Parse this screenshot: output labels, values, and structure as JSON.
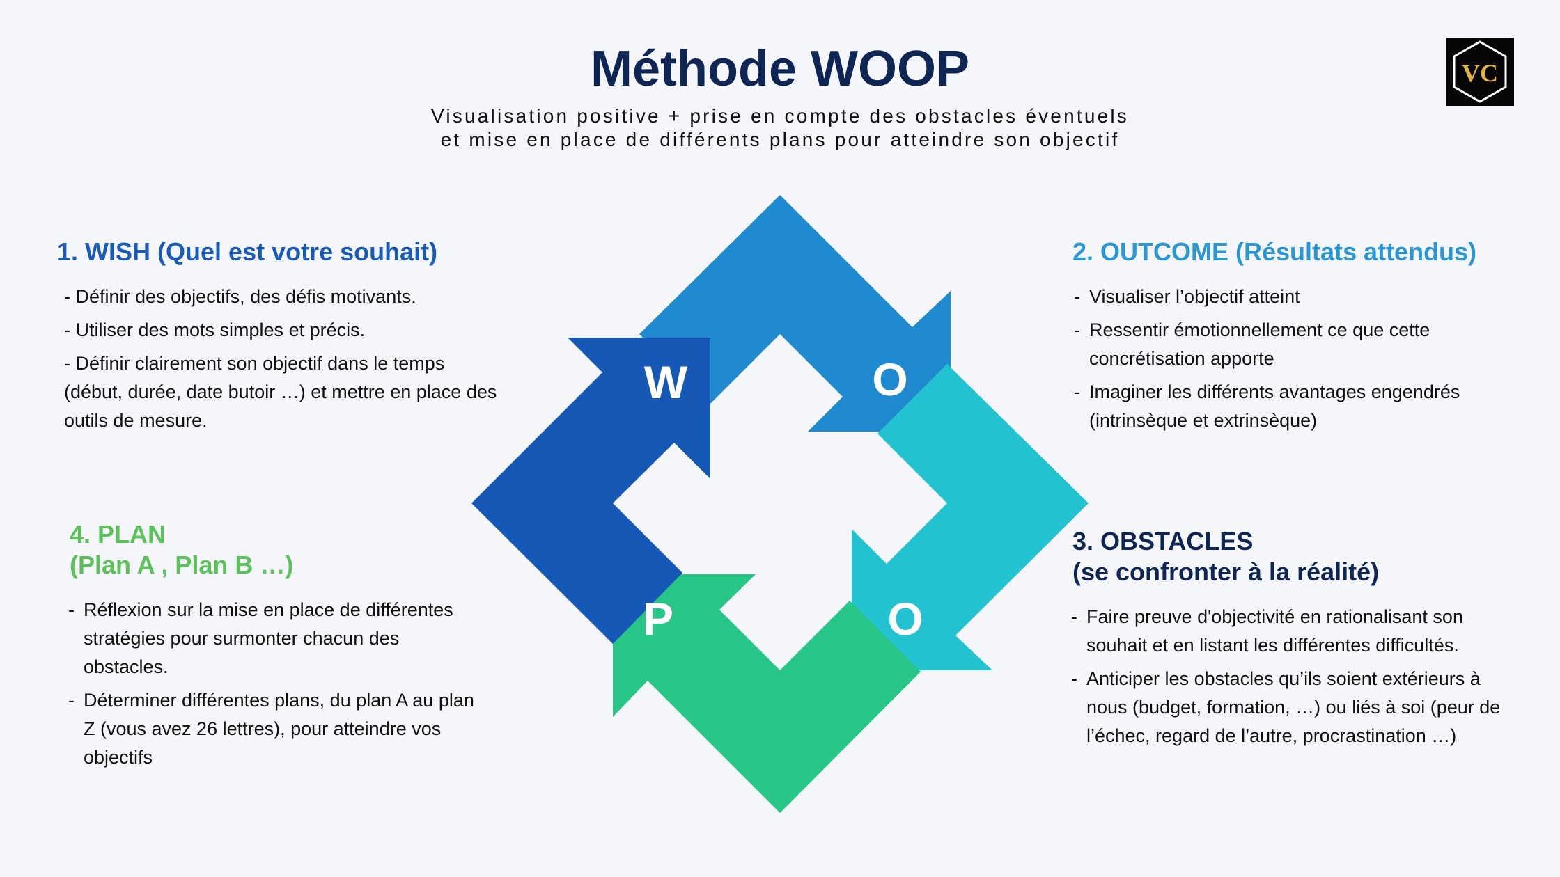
{
  "header": {
    "title": "Méthode WOOP",
    "subtitle_line1": "Visualisation positive + prise en compte des obstacles éventuels",
    "subtitle_line2": "et mise en place de différents plans pour atteindre son objectif"
  },
  "logo": {
    "text": "VC",
    "gold": "#e5b53c",
    "background": "#060606"
  },
  "diagram": {
    "letters": {
      "w": "W",
      "o1": "O",
      "o2": "O",
      "p": "P"
    },
    "colors": {
      "w": "#1658b5",
      "o1": "#1f8acf",
      "o2": "#22c2d0",
      "p": "#27c586"
    }
  },
  "sections": {
    "wish": {
      "title": "1. WISH (Quel est votre souhait)",
      "items": [
        "- Définir des objectifs, des défis motivants.",
        "- Utiliser des mots simples et précis.",
        "- Définir clairement son objectif dans le temps (début, durée, date butoir …) et mettre en place des outils de mesure."
      ]
    },
    "outcome": {
      "title": "2. OUTCOME (Résultats attendus)",
      "items": [
        "Visualiser l’objectif atteint",
        "Ressentir émotionnellement ce que cette concrétisation apporte",
        "Imaginer les différents avantages engendrés (intrinsèque et extrinsèque)"
      ]
    },
    "obstacles": {
      "title_line1": "3. OBSTACLES",
      "title_line2": "(se confronter à la réalité)",
      "items": [
        "Faire preuve d'objectivité en rationalisant son souhait et en listant les différentes difficultés.",
        "Anticiper les obstacles qu’ils soient extérieurs à nous (budget, formation, …) ou liés à soi (peur de l’échec, regard de l’autre, procrastination …)"
      ]
    },
    "plan": {
      "title_line1": "4. PLAN",
      "title_line2": "(Plan A , Plan B …)",
      "items": [
        "Réflexion sur la mise en place de différentes stratégies pour surmonter chacun des obstacles.",
        "Déterminer différentes plans, du plan A au plan Z (vous avez 26 lettres), pour atteindre vos objectifs"
      ]
    }
  }
}
